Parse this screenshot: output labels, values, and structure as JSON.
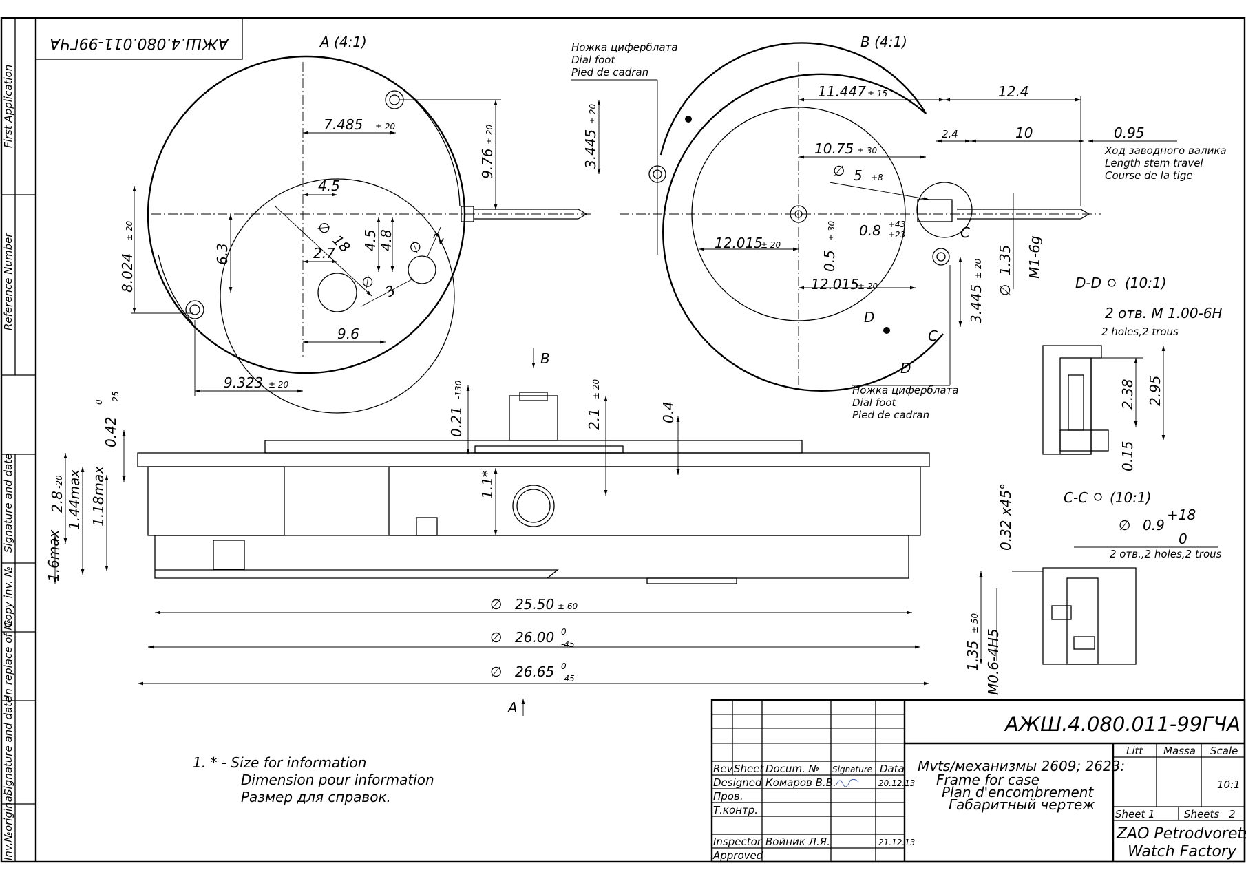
{
  "stamp_code": "АЖШ.4.080.011-99ГЧА",
  "side_labels": {
    "first_application": "First Application",
    "reference_number": "Reference Number",
    "signature_date_1": "Signature and date",
    "copy_inv": "Copy inv. №",
    "in_replace": "In replace of №",
    "signature_date_2": "Signature and date",
    "inv_original": "Inv.№original"
  },
  "view_a": {
    "label": "A (4:1)",
    "dims": {
      "d7485": "7.485",
      "d7485_tol": "± 20",
      "d976": "9.76",
      "d976_tol": "± 20",
      "d45a": "4.5",
      "d45b": "4.5",
      "d48": "4.8",
      "phi18": "18",
      "d27": "2.7",
      "phi2": "2",
      "phi3": "3",
      "d63": "6.3",
      "d8024": "8.024",
      "d8024_tol": "± 20",
      "d96": "9.6",
      "d9323": "9.323",
      "d9323_tol": "± 20"
    }
  },
  "view_b": {
    "label": "B (4:1)",
    "dial_foot_top": [
      "Ножка циферблата",
      "Dial foot",
      "Pied de cadran"
    ],
    "dial_foot_bottom": [
      "Ножка циферблата",
      "Dial foot",
      "Pied de cadran"
    ],
    "stem_travel": [
      "Ход заводного валика",
      "Length stem travel",
      "Course de la tige"
    ],
    "dims": {
      "d3445a": "3.445",
      "d3445a_tol": "± 20",
      "d11447": "11.447",
      "d11447_tol": "± 15",
      "d124": "12.4",
      "d24": "2.4",
      "d10": "10",
      "d095": "0.95",
      "d1075": "10.75",
      "d1075_tol": "± 30",
      "phi5": "5",
      "phi5_tol": "+8",
      "d08": "0.8",
      "d08_tol_up": "+43",
      "d08_tol_dn": "+23",
      "d05": "0.5",
      "d05_tol": "± 30",
      "d12015a": "12.015",
      "d12015a_tol": "± 20",
      "d12015b": "12.015",
      "d12015b_tol": "± 20",
      "d3445b": "3.445",
      "d3445b_tol": "± 20",
      "phi135": "1.35",
      "m16g": "M1-6g",
      "c": "C",
      "d": "D"
    }
  },
  "section_dd": {
    "label": "D-D",
    "scale": "(10:1)",
    "holes": "2 отв. M 1.00-6H",
    "holes_sub": "2 holes,2 trous",
    "d238": "2.38",
    "d295": "2.95",
    "d015": "0.15"
  },
  "section_cc": {
    "label": "C-C",
    "scale": "(10:1)",
    "phi09": "0.9",
    "tol_up": "+18",
    "tol_dn": "0",
    "holes_sub": "2 отв.,2 holes,2 trous",
    "d032": "0.32 x45°",
    "d135": "1.35",
    "d135_tol": "± 50",
    "m06": "M0.6-4H5"
  },
  "side_view": {
    "b_arrow": "B",
    "a_arrow": "A",
    "d021": "0.21",
    "d021_tol": "-130",
    "d21": "2.1",
    "d21_tol": "± 20",
    "d04": "0.4",
    "d042": "0.42",
    "d042_tol_up": "0",
    "d042_tol_dn": "-25",
    "d28": "2.8",
    "d28_tol": "-20",
    "d144": "1.44max",
    "d118": "1.18max",
    "d16": "1.6max",
    "d11": "1.1*",
    "phi2550": "25.50",
    "phi2550_tol": "± 60",
    "phi2600": "26.00",
    "phi2600_tol_up": "0",
    "phi2600_tol_dn": "-45",
    "phi2665": "26.65",
    "phi2665_tol_up": "0",
    "phi2665_tol_dn": "-45"
  },
  "notes": [
    "1. * - Size for information",
    "Dimension pour information",
    "Размер для справок."
  ],
  "title_block": {
    "code": "АЖШ.4.080.011-99ГЧА",
    "headers": [
      "Rev",
      "Sheet",
      "Docum. №",
      "Signature",
      "Data"
    ],
    "rows": [
      {
        "role": "Designed",
        "name": "Комаров В.В.",
        "date": "20.12.13"
      },
      {
        "role": "Пров.",
        "name": "",
        "date": ""
      },
      {
        "role": "Т.контр.",
        "name": "",
        "date": ""
      },
      {
        "role": "",
        "name": "",
        "date": ""
      },
      {
        "role": "Inspector",
        "name": "Войник Л.Я.",
        "date": "21.12.13"
      },
      {
        "role": "Approved",
        "name": "",
        "date": ""
      }
    ],
    "title_lines": [
      "Mvts/механизмы 2609; 2623:",
      "Frame for case",
      "Plan d'encombrement",
      "Габаритный чертеж"
    ],
    "litt": "Litt",
    "massa": "Massa",
    "scale_label": "Scale",
    "scale_value": "10:1",
    "sheet_label": "Sheet",
    "sheet_value": "1",
    "sheets_label": "Sheets",
    "sheets_value": "2",
    "company": [
      "ZAO Petrodvorets",
      "Watch Factory"
    ]
  }
}
